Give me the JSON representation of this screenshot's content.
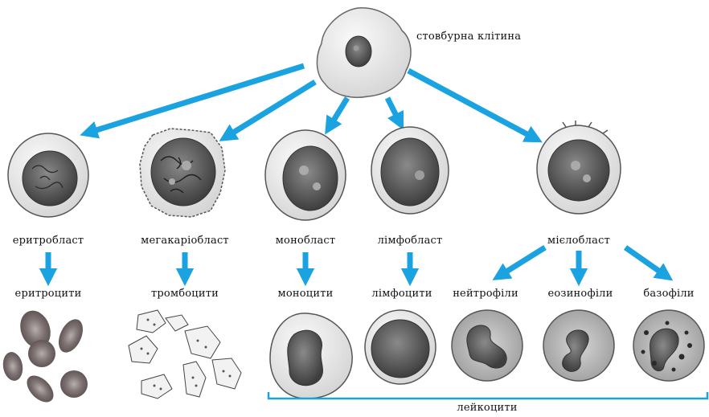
{
  "colors": {
    "arrow": "#1aa3e0",
    "membrane": "#efefef",
    "cell_outline": "#555555",
    "nucleus": "#5a5a5a",
    "red_cell": "#7a6f6f",
    "bracket": "#1aa3e0"
  },
  "labels": {
    "stem": "стовбурна клітина",
    "erythroblast": "еритробласт",
    "megakaryoblast": "мегакаріобласт",
    "monoblast": "монобласт",
    "lymphoblast": "лімфобласт",
    "myeloblast": "мієлобласт",
    "erythrocytes": "еритроцити",
    "thrombocytes": "тромбоцити",
    "monocytes": "моноцити",
    "lymphocytes": "лімфоцити",
    "neutrophils": "нейтрофіли",
    "eosinophils": "еозинофіли",
    "basophils": "базофіли",
    "leukocytes": "лейкоцити"
  }
}
